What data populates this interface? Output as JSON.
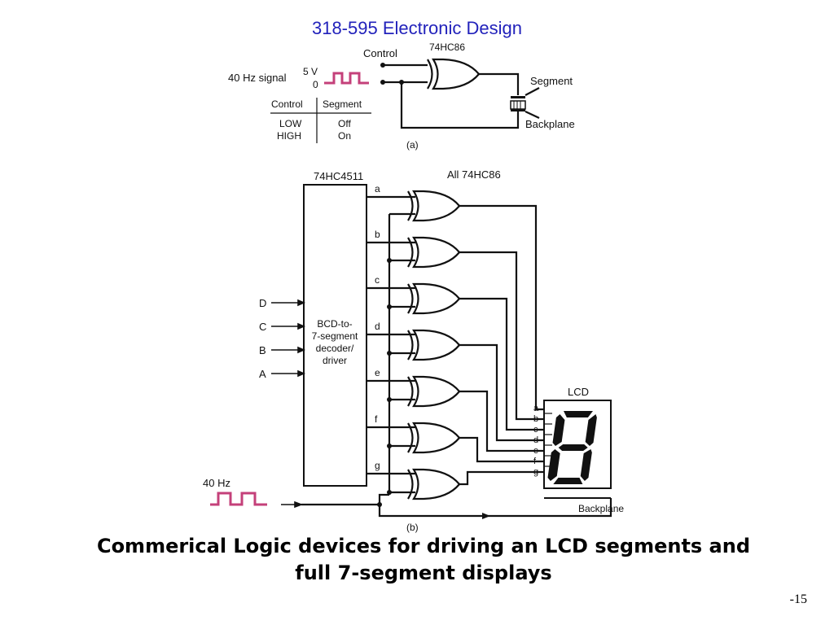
{
  "header": {
    "course": "318-595 Electronic Design"
  },
  "diagram_a": {
    "signal_label": "40 Hz signal",
    "level_high": "5 V",
    "level_low": "0",
    "control_label": "Control",
    "gate_label": "74HC86",
    "segment_label": "Segment",
    "backplane_label": "Backplane",
    "table": {
      "headers": [
        "Control",
        "Segment"
      ],
      "rows": [
        [
          "LOW",
          "Off"
        ],
        [
          "HIGH",
          "On"
        ]
      ]
    },
    "caption": "(a)"
  },
  "diagram_b": {
    "decoder_part": "74HC4511",
    "decoder_name": [
      "BCD-to-",
      "7-segment",
      "decoder/",
      "driver"
    ],
    "inputs": [
      "D",
      "C",
      "B",
      "A"
    ],
    "outputs": [
      "a",
      "b",
      "c",
      "d",
      "e",
      "f",
      "g"
    ],
    "gates_label": "All 74HC86",
    "lcd_label": "LCD",
    "lcd_pins": [
      "a",
      "b",
      "c",
      "d",
      "e",
      "f",
      "g"
    ],
    "backplane_label": "Backplane",
    "clock_label": "40 Hz",
    "caption": "(b)"
  },
  "caption": {
    "line1": "Commerical Logic devices for driving an LCD segments and",
    "line2": "full 7-segment displays"
  },
  "page_number": "-15"
}
